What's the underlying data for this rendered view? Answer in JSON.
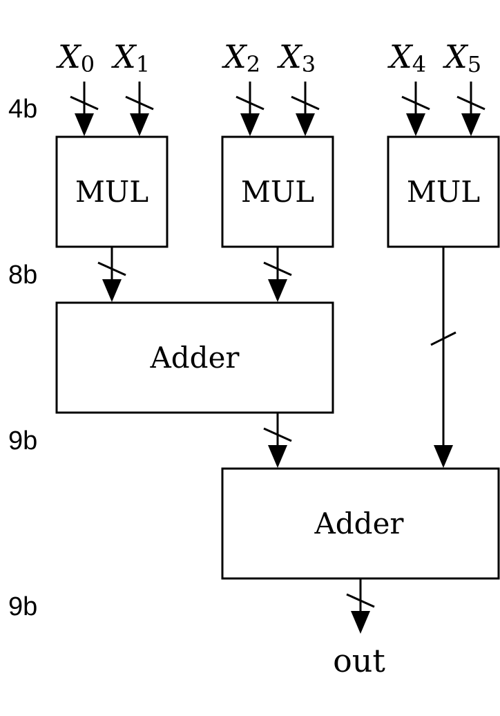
{
  "inputs": [
    {
      "var": "X",
      "sub": "0"
    },
    {
      "var": "X",
      "sub": "1"
    },
    {
      "var": "X",
      "sub": "2"
    },
    {
      "var": "X",
      "sub": "3"
    },
    {
      "var": "X",
      "sub": "4"
    },
    {
      "var": "X",
      "sub": "5"
    }
  ],
  "bit_widths": [
    "4b",
    "8b",
    "9b",
    "9b"
  ],
  "blocks": {
    "mul_0": "MUL",
    "mul_1": "MUL",
    "mul_2": "MUL",
    "adder_0": "Adder",
    "adder_1": "Adder"
  },
  "output": "out"
}
